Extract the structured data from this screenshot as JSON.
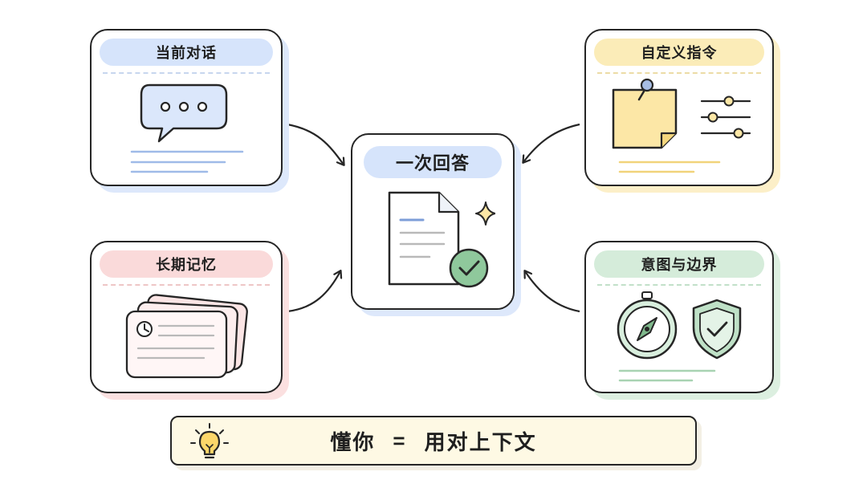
{
  "cards": {
    "current_conversation": {
      "title": "当前对话"
    },
    "custom_instructions": {
      "title": "自定义指令"
    },
    "long_term_memory": {
      "title": "长期记忆"
    },
    "intent_boundaries": {
      "title": "意图与边界"
    }
  },
  "center": {
    "title": "一次回答"
  },
  "formula": {
    "left": "懂你",
    "equals": "=",
    "right": "用对上下文"
  },
  "icons": {
    "current_conversation": "chat-bubble-icon",
    "custom_instructions": [
      "sticky-note-icon",
      "sliders-icon"
    ],
    "long_term_memory": "memory-cards-icon",
    "intent_boundaries": [
      "compass-icon",
      "shield-check-icon"
    ],
    "center": [
      "document-icon",
      "sparkle-icon",
      "check-badge-icon"
    ],
    "formula": "lightbulb-icon"
  },
  "colors": {
    "blue": "#d6e4fb",
    "yellow": "#fbecb8",
    "pink": "#fadada",
    "green": "#d5ecda",
    "outline": "#262626"
  }
}
